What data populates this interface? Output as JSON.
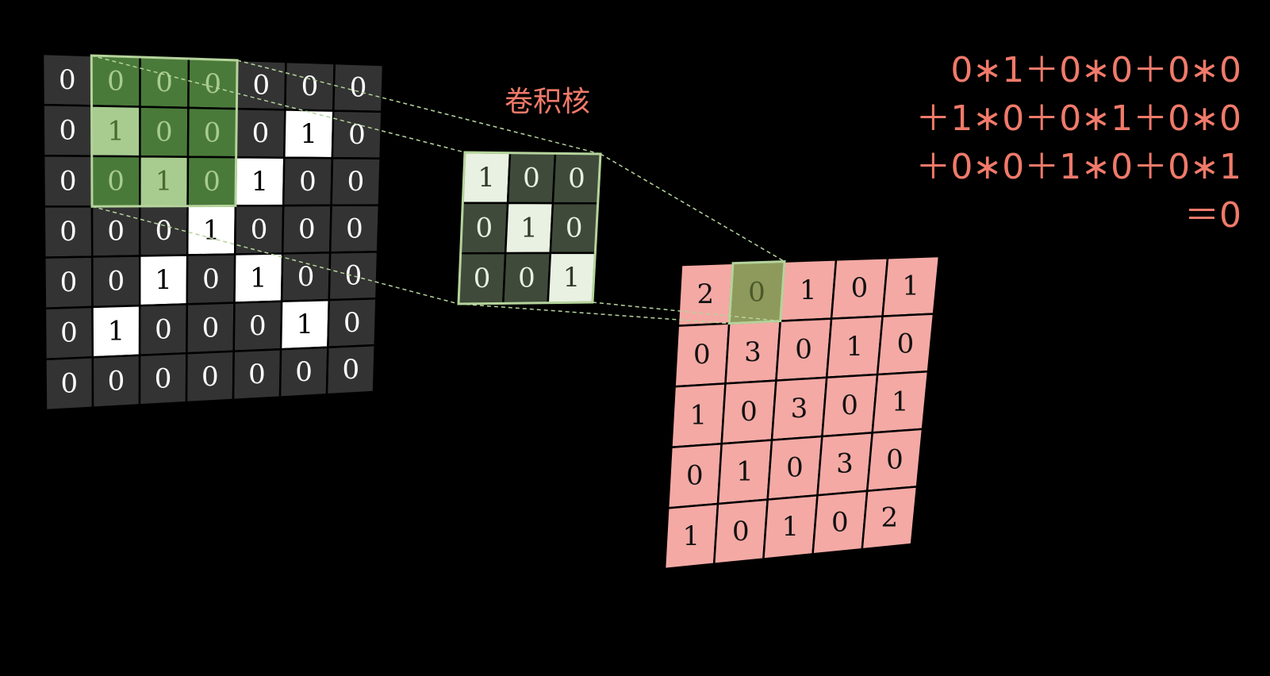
{
  "input_matrix": {
    "values": [
      [
        0,
        0,
        0,
        0,
        0,
        0,
        0
      ],
      [
        0,
        1,
        0,
        0,
        0,
        1,
        0
      ],
      [
        0,
        0,
        1,
        0,
        1,
        0,
        0
      ],
      [
        0,
        0,
        0,
        1,
        0,
        0,
        0
      ],
      [
        0,
        0,
        1,
        0,
        1,
        0,
        0
      ],
      [
        0,
        1,
        0,
        0,
        0,
        1,
        0
      ],
      [
        0,
        0,
        0,
        0,
        0,
        0,
        0
      ]
    ],
    "highlight_window": {
      "row": 0,
      "col": 1,
      "size": 3
    }
  },
  "kernel": {
    "label": "卷积核",
    "values": [
      [
        1,
        0,
        0
      ],
      [
        0,
        1,
        0
      ],
      [
        0,
        0,
        1
      ]
    ]
  },
  "output_matrix": {
    "values": [
      [
        2,
        0,
        1,
        0,
        1
      ],
      [
        0,
        3,
        0,
        1,
        0
      ],
      [
        1,
        0,
        3,
        0,
        1
      ],
      [
        0,
        1,
        0,
        3,
        0
      ],
      [
        1,
        0,
        1,
        0,
        2
      ]
    ],
    "highlight_cell": {
      "row": 0,
      "col": 1
    }
  },
  "equation": {
    "lines": [
      "0∗1＋0∗0＋0∗0",
      "＋1∗0＋0∗1＋0∗0",
      "＋0∗0＋1∗0＋0∗1",
      "＝0"
    ]
  },
  "colors": {
    "background": "#000000",
    "dark_cell": "#333333",
    "white_cell": "#ffffff",
    "window_overlay": "#4a7a3a",
    "window_border": "#b5d49c",
    "kernel_dark": "#3f4a3a",
    "kernel_light": "#e9f1e2",
    "output_cell": "#f4a9a4",
    "output_highlight": "#8e9a5c",
    "accent_text": "#f07a6a"
  }
}
